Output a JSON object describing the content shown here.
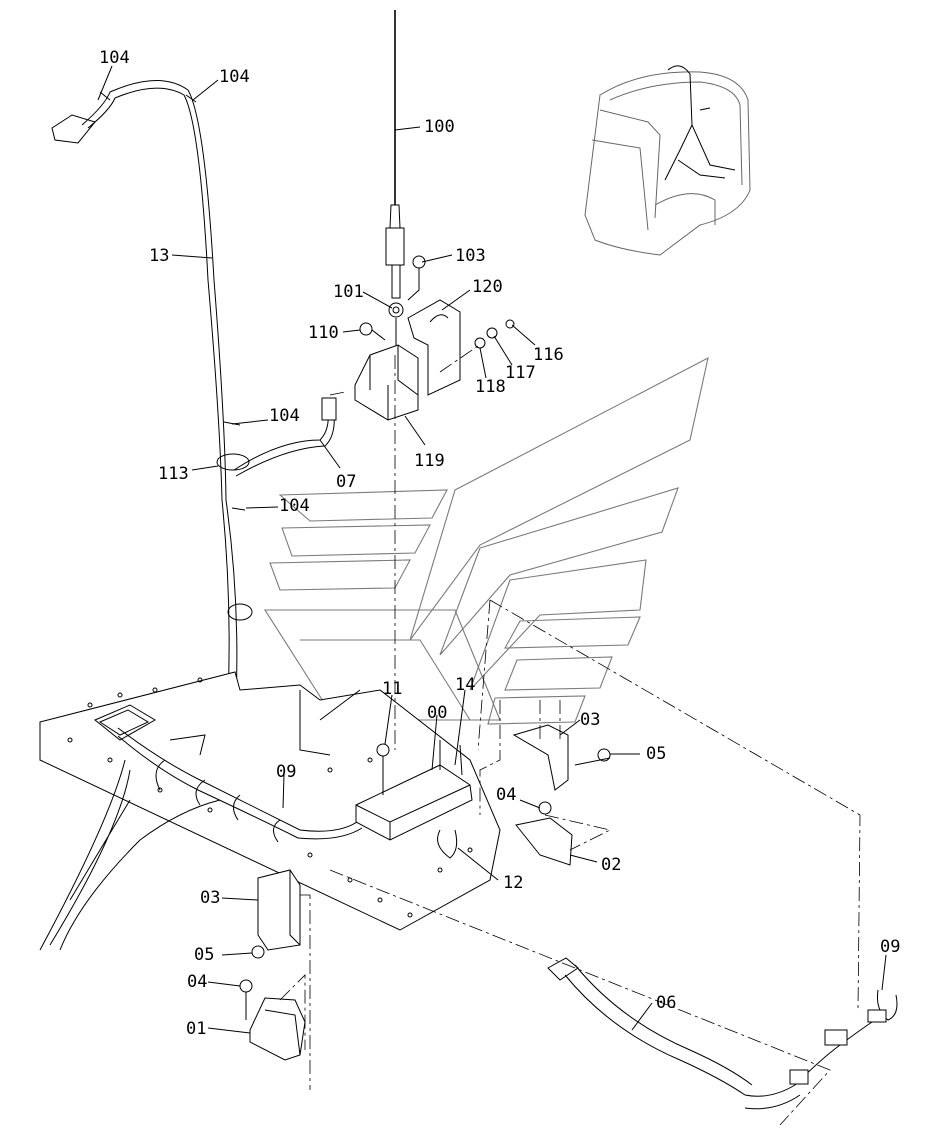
{
  "figure": {
    "part_labels": [
      {
        "id": "label-104-a",
        "text": "104"
      },
      {
        "id": "label-104-b",
        "text": "104"
      },
      {
        "id": "label-100",
        "text": "100"
      },
      {
        "id": "label-13",
        "text": "13"
      },
      {
        "id": "label-103",
        "text": "103"
      },
      {
        "id": "label-101",
        "text": "101"
      },
      {
        "id": "label-120",
        "text": "120"
      },
      {
        "id": "label-110",
        "text": "110"
      },
      {
        "id": "label-116",
        "text": "116"
      },
      {
        "id": "label-117",
        "text": "117"
      },
      {
        "id": "label-118",
        "text": "118"
      },
      {
        "id": "label-104-c",
        "text": "104"
      },
      {
        "id": "label-119",
        "text": "119"
      },
      {
        "id": "label-113",
        "text": "113"
      },
      {
        "id": "label-07",
        "text": "07"
      },
      {
        "id": "label-104-d",
        "text": "104"
      },
      {
        "id": "label-11",
        "text": "11"
      },
      {
        "id": "label-14",
        "text": "14"
      },
      {
        "id": "label-00",
        "text": "00"
      },
      {
        "id": "label-03-a",
        "text": "03"
      },
      {
        "id": "label-05-a",
        "text": "05"
      },
      {
        "id": "label-09-a",
        "text": "09"
      },
      {
        "id": "label-04-a",
        "text": "04"
      },
      {
        "id": "label-02",
        "text": "02"
      },
      {
        "id": "label-12",
        "text": "12"
      },
      {
        "id": "label-03-b",
        "text": "03"
      },
      {
        "id": "label-05-b",
        "text": "05"
      },
      {
        "id": "label-04-b",
        "text": "04"
      },
      {
        "id": "label-01",
        "text": "01"
      },
      {
        "id": "label-06",
        "text": "06"
      },
      {
        "id": "label-09-b",
        "text": "09"
      }
    ]
  }
}
